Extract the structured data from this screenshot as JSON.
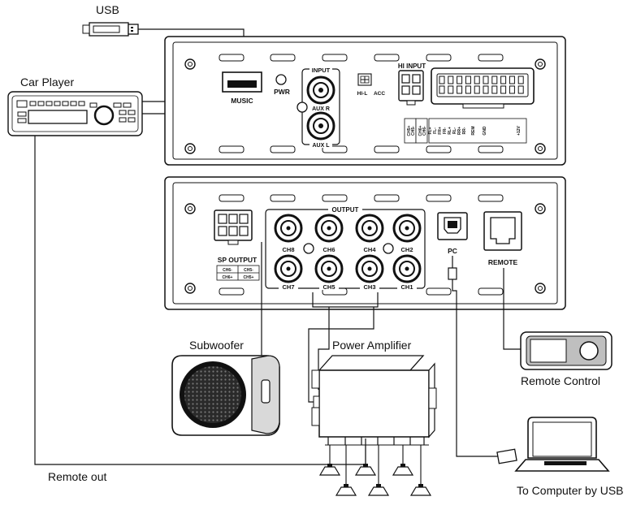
{
  "devices": {
    "usb": "USB",
    "car_player": "Car Player",
    "subwoofer": "Subwoofer",
    "power_amplifier": "Power Amplifier",
    "remote_control": "Remote Control",
    "remote_out": "Remote  out",
    "to_computer": "To Computer by USB"
  },
  "top_panel": {
    "music": "MUSIC",
    "pwr": "PWR",
    "input": "INPUT",
    "aux_r": "AUX R",
    "aux_l": "AUX L",
    "hi_input": "HI INPUT",
    "hi_l": "HI-L",
    "acc": "ACC",
    "pin_labels": [
      "CH5+",
      "CH5-",
      "CH6+",
      "CH6-",
      "FL+",
      "FL-",
      "FR+",
      "FR-",
      "RL+",
      "RL-",
      "RR+",
      "RR-",
      "REM",
      "GND",
      "+12V"
    ]
  },
  "bottom_panel": {
    "output": "OUTPUT",
    "sp_output": "SP OUTPUT",
    "sp_pins": [
      "CH6-",
      "CH5-",
      "CH6+",
      "CH5+"
    ],
    "channels_top": [
      "CH8",
      "CH6",
      "CH4",
      "CH2"
    ],
    "channels_bottom": [
      "CH7",
      "CH5",
      "CH3",
      "CH1"
    ],
    "pc": "PC",
    "remote": "REMOTE"
  }
}
